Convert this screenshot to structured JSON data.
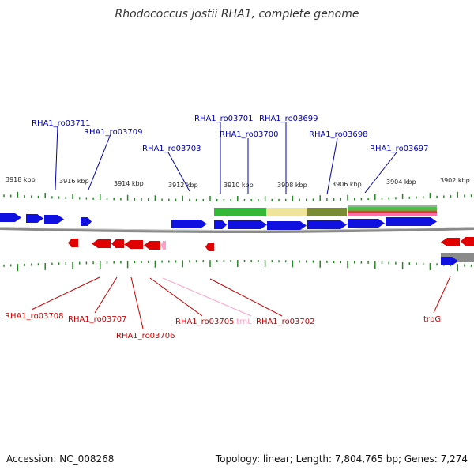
{
  "title": "Rhodococcus jostii RHA1, complete genome",
  "footer": {
    "accession": "Accession: NC_008268",
    "summary": "Topology: linear; Length: 7,804,765 bp; Genes: 7,274"
  },
  "colors": {
    "forward": "#1010e0",
    "reverse": "#e00000",
    "forward_label": "#0000aa",
    "reverse_label": "#cc0000",
    "trna": "#ff9fc6",
    "tick": "#228822",
    "backbone": "#8a8a8a"
  },
  "scale_labels": [
    "3918 kbp",
    "3916 kbp",
    "3914 kbp",
    "3912 kbp",
    "3910 kbp",
    "3908 kbp",
    "3906 kbp",
    "3904 kbp",
    "3902 kbp"
  ],
  "forward_labels": [
    "RHA1_ro03711",
    "RHA1_ro03709",
    "RHA1_ro03703",
    "RHA1_ro03701",
    "RHA1_ro03700",
    "RHA1_ro03699",
    "RHA1_ro03698",
    "RHA1_ro03697"
  ],
  "reverse_labels": [
    "RHA1_ro03708",
    "RHA1_ro03707",
    "RHA1_ro03706",
    "RHA1_ro03705",
    "trnL",
    "RHA1_ro03702",
    "trpG"
  ]
}
